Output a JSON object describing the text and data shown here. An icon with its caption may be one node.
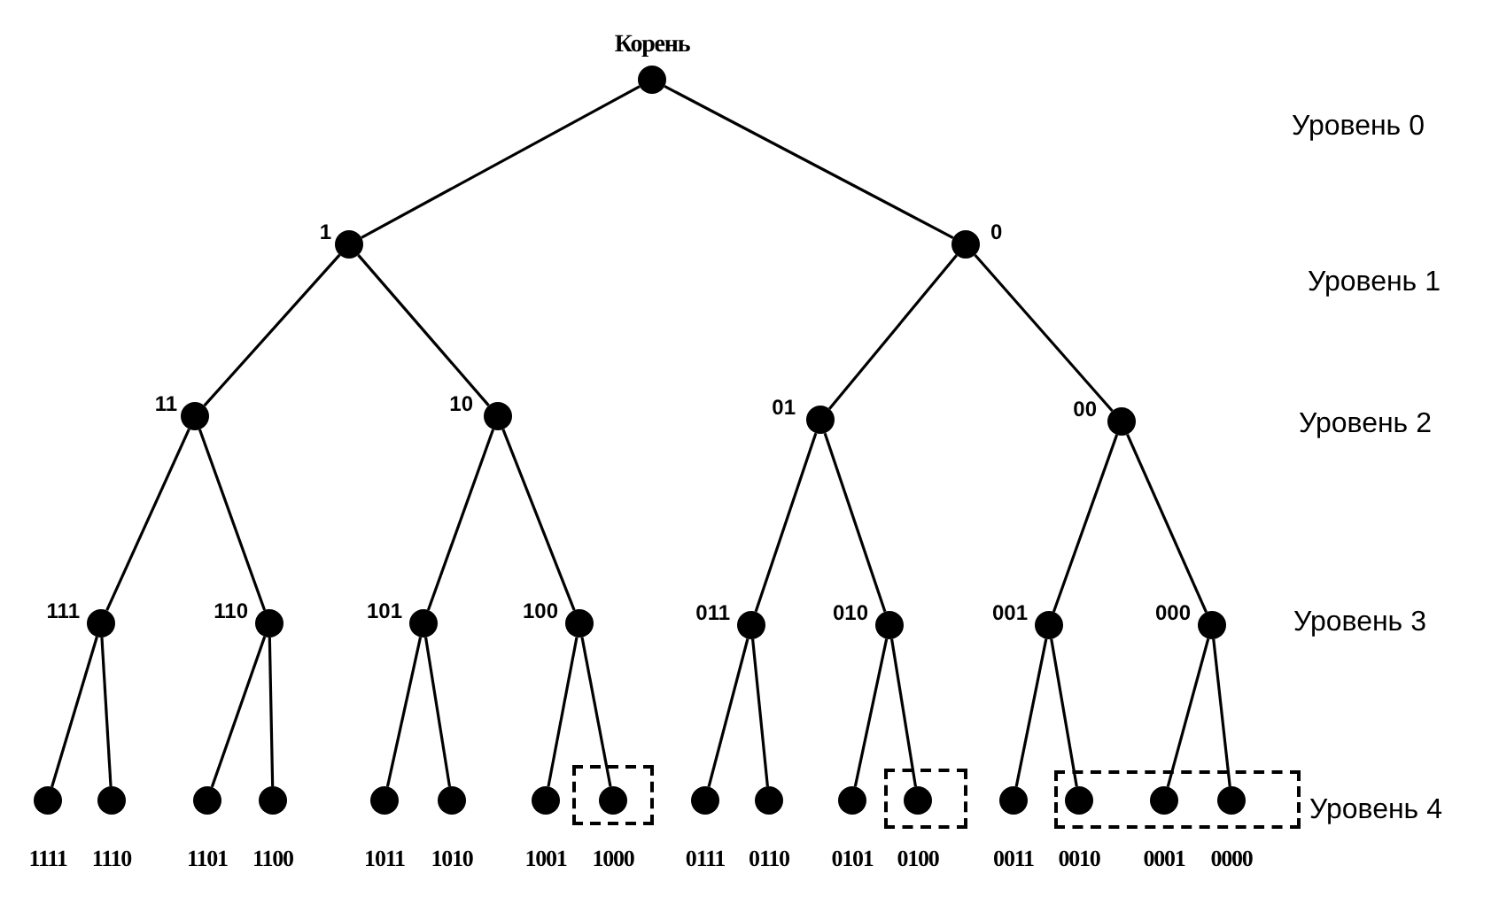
{
  "diagram": {
    "nodes": [
      {
        "text": [],
        "shape": "circle",
        "beside": [
          "Корень"
        ]
      },
      {
        "text": [],
        "shape": "circle",
        "beside": [
          "1"
        ]
      },
      {
        "text": [],
        "shape": "circle",
        "beside": [
          "0"
        ]
      },
      {
        "text": [],
        "shape": "circle",
        "beside": [
          "11"
        ]
      },
      {
        "text": [],
        "shape": "circle",
        "beside": [
          "10"
        ]
      },
      {
        "text": [],
        "shape": "circle",
        "beside": [
          "01"
        ]
      },
      {
        "text": [],
        "shape": "circle",
        "beside": [
          "00"
        ]
      },
      {
        "text": [],
        "shape": "circle",
        "beside": [
          "111"
        ]
      },
      {
        "text": [],
        "shape": "circle",
        "beside": [
          "110"
        ]
      },
      {
        "text": [],
        "shape": "circle",
        "beside": [
          "101"
        ]
      },
      {
        "text": [],
        "shape": "circle",
        "beside": [
          "100"
        ]
      },
      {
        "text": [],
        "shape": "circle",
        "beside": [
          "011"
        ]
      },
      {
        "text": [],
        "shape": "circle",
        "beside": [
          "010"
        ]
      },
      {
        "text": [],
        "shape": "circle",
        "beside": [
          "001"
        ]
      },
      {
        "text": [],
        "shape": "circle",
        "beside": [
          "000"
        ]
      },
      {
        "text": [],
        "shape": "circle",
        "beside": [
          "1111"
        ]
      },
      {
        "text": [],
        "shape": "circle",
        "beside": [
          "1110"
        ]
      },
      {
        "text": [],
        "shape": "circle",
        "beside": [
          "1101"
        ]
      },
      {
        "text": [],
        "shape": "circle",
        "beside": [
          "1100"
        ]
      },
      {
        "text": [],
        "shape": "circle",
        "beside": [
          "1011"
        ]
      },
      {
        "text": [],
        "shape": "circle",
        "beside": [
          "1010"
        ]
      },
      {
        "text": [],
        "shape": "circle",
        "beside": [
          "1001"
        ]
      },
      {
        "text": [],
        "shape": "box"
      },
      {
        "text": [],
        "shape": "circle",
        "beside": [
          "1000"
        ],
        "in": 22
      },
      {
        "text": [],
        "shape": "circle",
        "beside": [
          "0111"
        ]
      },
      {
        "text": [],
        "shape": "circle",
        "beside": [
          "0110"
        ]
      },
      {
        "text": [],
        "shape": "circle",
        "beside": [
          "0101"
        ]
      },
      {
        "text": [],
        "shape": "box"
      },
      {
        "text": [],
        "shape": "circle",
        "beside": [
          "0100"
        ],
        "in": 27
      },
      {
        "text": [],
        "shape": "circle",
        "beside": [
          "0011"
        ]
      },
      {
        "text": [],
        "shape": "box"
      },
      {
        "text": [],
        "shape": "circle",
        "beside": [
          "0010"
        ],
        "in": 30
      },
      {
        "text": [],
        "shape": "circle",
        "beside": [
          "0001"
        ],
        "in": 30
      },
      {
        "text": [],
        "shape": "circle",
        "beside": [
          "0000"
        ],
        "in": 30
      }
    ],
    "edges": [
      {
        "from": 0,
        "to": 1,
        "arrow": "none"
      },
      {
        "from": 0,
        "to": 2,
        "arrow": "none"
      },
      {
        "from": 1,
        "to": 3,
        "arrow": "none"
      },
      {
        "from": 1,
        "to": 4,
        "arrow": "none"
      },
      {
        "from": 2,
        "to": 5,
        "arrow": "none"
      },
      {
        "from": 2,
        "to": 6,
        "arrow": "none"
      },
      {
        "from": 3,
        "to": 7,
        "arrow": "none"
      },
      {
        "from": 3,
        "to": 8,
        "arrow": "none"
      },
      {
        "from": 4,
        "to": 9,
        "arrow": "none"
      },
      {
        "from": 4,
        "to": 10,
        "arrow": "none"
      },
      {
        "from": 5,
        "to": 11,
        "arrow": "none"
      },
      {
        "from": 5,
        "to": 12,
        "arrow": "none"
      },
      {
        "from": 6,
        "to": 13,
        "arrow": "none"
      },
      {
        "from": 6,
        "to": 14,
        "arrow": "none"
      },
      {
        "from": 7,
        "to": 15,
        "arrow": "none"
      },
      {
        "from": 7,
        "to": 16,
        "arrow": "none"
      },
      {
        "from": 8,
        "to": 17,
        "arrow": "none"
      },
      {
        "from": 8,
        "to": 18,
        "arrow": "none"
      },
      {
        "from": 9,
        "to": 19,
        "arrow": "none"
      },
      {
        "from": 9,
        "to": 20,
        "arrow": "none"
      },
      {
        "from": 10,
        "to": 21,
        "arrow": "none"
      },
      {
        "from": 10,
        "to": 23,
        "arrow": "none"
      },
      {
        "from": 11,
        "to": 24,
        "arrow": "none"
      },
      {
        "from": 11,
        "to": 25,
        "arrow": "none"
      },
      {
        "from": 12,
        "to": 26,
        "arrow": "none"
      },
      {
        "from": 12,
        "to": 28,
        "arrow": "none"
      },
      {
        "from": 13,
        "to": 29,
        "arrow": "none"
      },
      {
        "from": 13,
        "to": 31,
        "arrow": "none"
      },
      {
        "from": 14,
        "to": 32,
        "arrow": "none"
      },
      {
        "from": 14,
        "to": 33,
        "arrow": "none"
      }
    ],
    "labels": [
      "Уровень 0",
      "Уровень 1",
      "Уровень 2",
      "Уровень 3",
      "Уровень 4"
    ]
  }
}
